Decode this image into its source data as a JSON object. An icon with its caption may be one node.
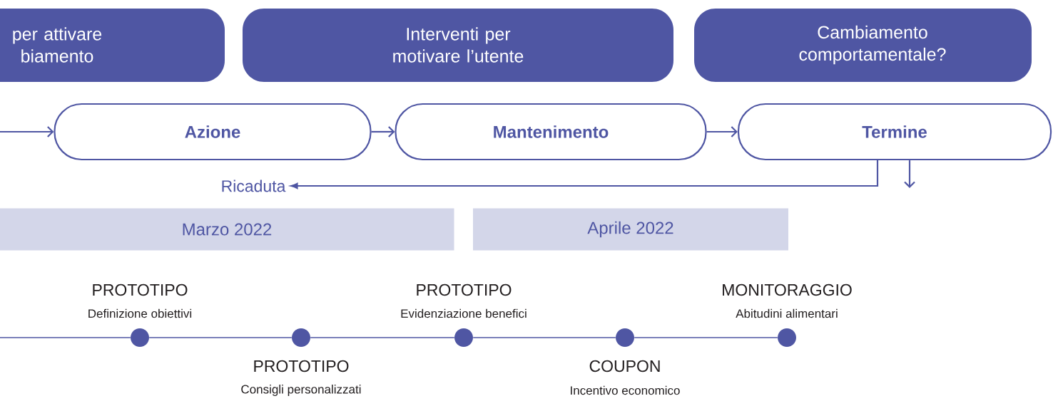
{
  "diagram": {
    "nodes": [
      {
        "text": [
          "per attivare biamento"
        ]
      },
      {
        "text": [
          "Interventi per motivare l’utente"
        ]
      },
      {
        "text": [
          "Cambiamento comportamentale?"
        ]
      },
      {
        "text": [
          "Azione"
        ]
      },
      {
        "text": [
          "Mantenimento"
        ]
      },
      {
        "text": [
          "Termine"
        ]
      },
      {
        "text": [
          "Ricaduta"
        ]
      },
      {
        "text": [
          "Marzo 2022"
        ]
      },
      {
        "text": [
          "Aprile 2022"
        ]
      },
      {
        "text": [],
        "shape": "circle",
        "beside": [
          "PROTOTIPO",
          "Definizione obiettivi"
        ]
      },
      {
        "text": [],
        "shape": "circle",
        "beside": [
          "PROTOTIPO",
          "Consigli personalizzati"
        ]
      },
      {
        "text": [],
        "shape": "circle",
        "beside": [
          "PROTOTIPO",
          "Evidenziazione benefici"
        ]
      },
      {
        "text": [],
        "shape": "circle",
        "beside": [
          "COUPON",
          "Incentivo economico"
        ]
      },
      {
        "text": [],
        "shape": "circle",
        "beside": [
          "MONITORAGGIO",
          "Abitudini alimentari"
        ]
      }
    ],
    "edges": [
      {
        "from": null,
        "to": 3,
        "arrow": "to"
      },
      {
        "from": 3,
        "to": 4,
        "arrow": "to"
      },
      {
        "from": 4,
        "to": 5,
        "arrow": "to"
      },
      {
        "from": 5,
        "to": 6,
        "arrow": "to"
      },
      {
        "from": 5,
        "to": null,
        "arrow": "to"
      },
      {
        "from": null,
        "to": 9,
        "arrow": "none"
      },
      {
        "from": 9,
        "to": 10,
        "arrow": "none"
      },
      {
        "from": 10,
        "to": 11,
        "arrow": "none"
      },
      {
        "from": 11,
        "to": 12,
        "arrow": "none"
      },
      {
        "from": 12,
        "to": 13,
        "arrow": "none"
      }
    ]
  }
}
